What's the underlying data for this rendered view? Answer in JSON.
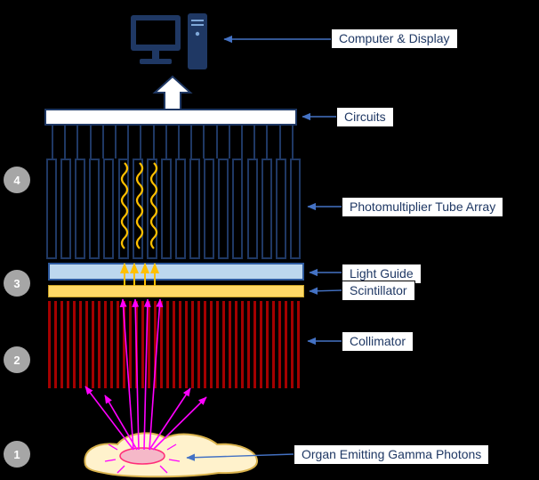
{
  "labels": {
    "computer_display": "Computer & Display",
    "circuits": "Circuits",
    "pmt_array": "Photomultiplier Tube Array",
    "light_guide": "Light Guide",
    "scintillator": "Scintillator",
    "collimator": "Collimator",
    "organ": "Organ Emitting Gamma Photons"
  },
  "step_badges": [
    "1",
    "2",
    "3",
    "4"
  ],
  "colors": {
    "background": "#000000",
    "pmt_outline": "#1F3864",
    "circuits_fill": "#FFFFFF",
    "light_guide_fill": "#BDD7EE",
    "scintillator_fill": "#FFD966",
    "collimator_stripe": "#A40000",
    "light_photon": "#FFC000",
    "gamma_ray": "#FF00FF",
    "organ_fill": "#FFF2CC",
    "step_circle": "#A6A6A6",
    "label_text": "#1F3864",
    "callout_line": "#4472C4"
  }
}
